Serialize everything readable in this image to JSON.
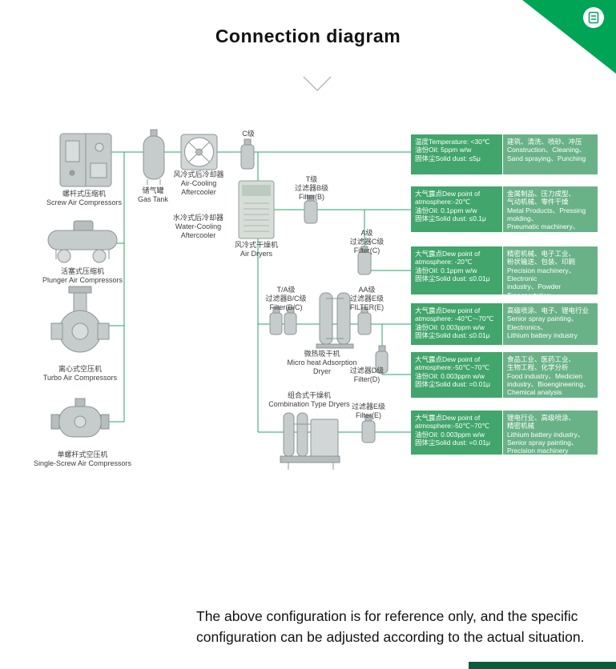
{
  "header": {
    "title": "Connection diagram"
  },
  "icons": {
    "corner_badge": "certificate-icon",
    "chevron": "chevron-down-icon"
  },
  "colors": {
    "accent-green": "#00a455",
    "line-green": "#2aa468",
    "box-left-green": "#41a56c",
    "box-right-green": "#69b287",
    "bottom-bar-green": "#0a5c3c"
  },
  "equipment": [
    {
      "label": "螺杆式压缩机\nScrew Air Compressors"
    },
    {
      "label": "活塞式压缩机\nPlunger Air Compressors"
    },
    {
      "label": "离心式空压机\nTurbo Air Compressors"
    },
    {
      "label": "单螺杆式空压机\nSingle-Screw Air Compressors"
    }
  ],
  "nodes": {
    "gas_tank": "储气罐\nGas Tank",
    "air_cooling_aftercooler": "风冷式后冷却器\nAir-Cooling\nAftercooler",
    "water_cooling_aftercooler": "水冷式后冷却器\nWater-Cooling Aftercooler",
    "grade_c": "C级",
    "filter_b": "T级\n过滤器B级\nFilter(B)",
    "air_dryer": "风冷式干燥机\nAir Dryers",
    "filter_c": "A级\n过滤器C级\nFilter(C)",
    "filter_bc": "T/A级\n过滤器B/C级\nFilter(B/C)",
    "filter_aa_e": "AA级\n过滤器E级\nFILTER(E)",
    "adsorption_dryer": "微热吸干机\nMicro heat Adsorption Dryer",
    "filter_d": "过滤器D级\nFilter(D)",
    "combination_dryer": "组合式干燥机\nCombination Type Dryers",
    "filter_e": "过滤器E级\nFilter(E)"
  },
  "info_boxes": [
    {
      "spec": "温度Temperature: <30℃\n油份Oil: 5ppm w/w\n固体尘Solid dust: ≤5μ",
      "apps": "建筑、清洗、喷砂、冲压\nConstruction、Cleaning、\nSand spraying、Punching"
    },
    {
      "spec": "大气露点Dew point of\natmosphere:-20℃\n油份Oil: 0.1ppm w/w\n固体尘Solid dust: ≤0.1μ",
      "apps": "金属制品、压力成型、\n气动机械、零件干燥\nMetal Products、Pressing molding、\nPneumatic machinery、\nDrying of spare parts"
    },
    {
      "spec": "大气露点Dew point of\natmosphere: -20℃\n油份Oil: 0.1ppm w/w\n固体尘Solid dust: ≤0.01μ",
      "apps": "精密机械、电子工业、\n粉状输送、包装、印刷\nPrecision machinery、Electronic\nindustry、Powder Transportation、\nPackaging、Printing"
    },
    {
      "spec": "大气露点Dew point of\natmosphere: -40℃~-70℃\n油份Oil: 0.003ppm w/w\n固体尘Solid dust: ≤0.01μ",
      "apps": "高级喷涂、电子、锂电行业\nSenior spray painting、\nElectronics、\nLithium battery industry"
    },
    {
      "spec": "大气露点Dew point of\natmosphere:-50℃~70℃\n油份Oil: 0.003ppm w/w\n固体尘Solid dust: =0.01μ",
      "apps": "食品工业、医药工业、\n生物工程、化学分析\nFood industry、Medicien\nindustry、Bioengineering、\nChemical analysis"
    },
    {
      "spec": "大气露点Dew point of\natmosphere:-50℃~70℃\n油份Oil: 0.003ppm w/w\n固体尘Solid dust: =0.01μ",
      "apps": "锂电行业、高级喷涂、\n精密机械\nLithium battery industry、\nSenior spray painting、\nPrecision machinery"
    }
  ],
  "footer": {
    "note": "The above configuration is for reference only, and the specific configuration can be adjusted according to the actual situation."
  }
}
